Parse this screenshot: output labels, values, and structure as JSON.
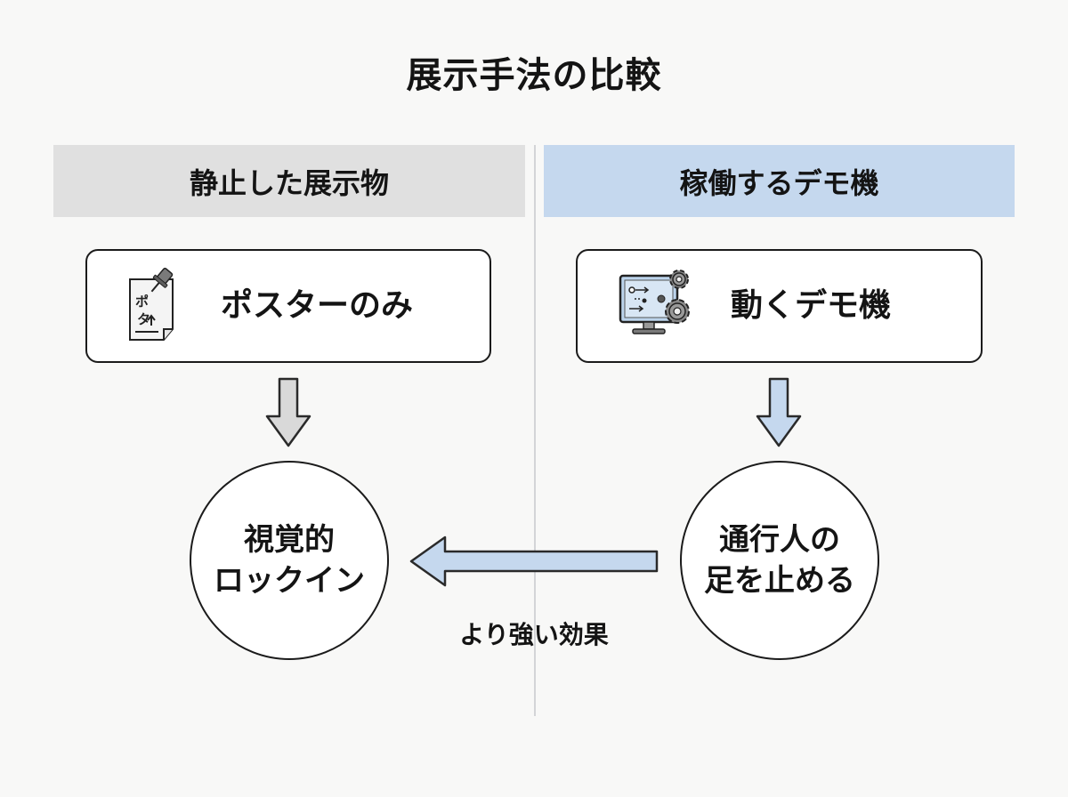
{
  "title": "展示手法の比較",
  "left": {
    "header": "静止した展示物",
    "method_label": "ポスターのみ",
    "icon": "pinned-poster-icon",
    "poster_text_line1": "ポ",
    "poster_text_line2": "タ",
    "result_line1": "視覚的",
    "result_line2": "ロックイン"
  },
  "right": {
    "header": "稼働するデモ機",
    "method_label": "動くデモ機",
    "icon": "demo-machine-monitor-gears-icon",
    "result_line1": "通行人の",
    "result_line2": "足を止める"
  },
  "comparison_label": "より強い効果",
  "colors": {
    "left_header_bg": "#e0e0e0",
    "right_header_bg": "#c5d8ee",
    "left_arrow_fill": "#d9d9d9",
    "right_arrow_fill": "#c5d8ee",
    "outline": "#1b1b1b",
    "divider": "#d3d4d7"
  }
}
